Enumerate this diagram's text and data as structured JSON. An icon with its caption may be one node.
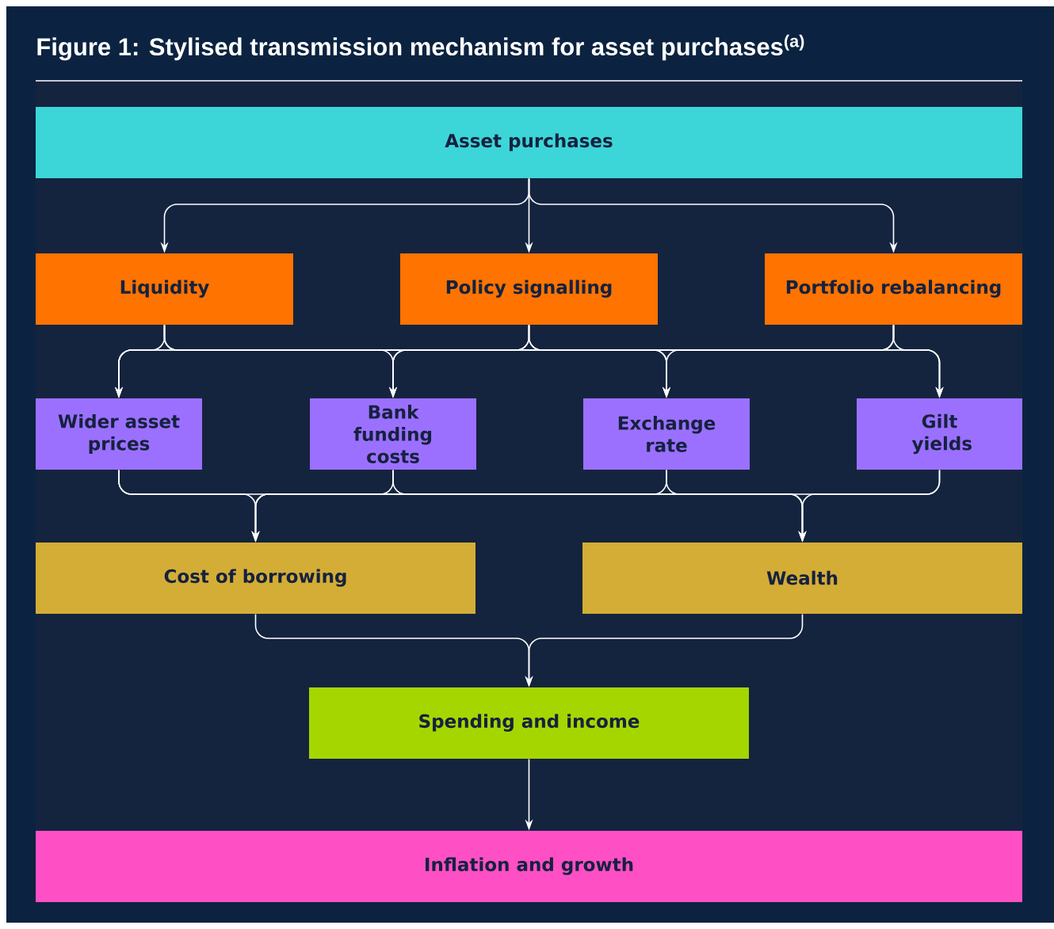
{
  "diagram": {
    "title": "Figure 1: Stylised transmission mechanism for asset purchases$^{(a)}$",
    "nodes": [
      {
        "text": [
          "Asset purchases"
        ]
      },
      {
        "text": [
          "Liquidity"
        ]
      },
      {
        "text": [
          "Policy signalling"
        ]
      },
      {
        "text": [
          "Portfolio rebalancing"
        ]
      },
      {
        "text": [
          "Wider asset prices"
        ]
      },
      {
        "text": [
          "Bank funding costs"
        ]
      },
      {
        "text": [
          "Exchange rate"
        ]
      },
      {
        "text": [
          "Gilt yields"
        ]
      },
      {
        "text": [
          "Cost of borrowing"
        ]
      },
      {
        "text": [
          "Wealth"
        ]
      },
      {
        "text": [
          "Spending and income"
        ]
      },
      {
        "text": [
          "Inflation and growth"
        ]
      }
    ],
    "edges": [
      {
        "from": 0,
        "to": 1,
        "arrow": "to"
      },
      {
        "from": 0,
        "to": 2,
        "arrow": "to"
      },
      {
        "from": 0,
        "to": 3,
        "arrow": "to"
      },
      {
        "from": 1,
        "to": 4,
        "arrow": "to"
      },
      {
        "from": 1,
        "to": 5,
        "arrow": "to"
      },
      {
        "from": 1,
        "to": 6,
        "arrow": "to"
      },
      {
        "from": 1,
        "to": 7,
        "arrow": "to"
      },
      {
        "from": 2,
        "to": 4,
        "arrow": "to"
      },
      {
        "from": 2,
        "to": 5,
        "arrow": "to"
      },
      {
        "from": 2,
        "to": 6,
        "arrow": "to"
      },
      {
        "from": 2,
        "to": 7,
        "arrow": "to"
      },
      {
        "from": 3,
        "to": 4,
        "arrow": "to"
      },
      {
        "from": 3,
        "to": 5,
        "arrow": "to"
      },
      {
        "from": 3,
        "to": 6,
        "arrow": "to"
      },
      {
        "from": 3,
        "to": 7,
        "arrow": "to"
      },
      {
        "from": 4,
        "to": 8,
        "arrow": "to"
      },
      {
        "from": 4,
        "to": 9,
        "arrow": "to"
      },
      {
        "from": 5,
        "to": 8,
        "arrow": "to"
      },
      {
        "from": 5,
        "to": 9,
        "arrow": "to"
      },
      {
        "from": 6,
        "to": 8,
        "arrow": "to"
      },
      {
        "from": 6,
        "to": 9,
        "arrow": "to"
      },
      {
        "from": 7,
        "to": 8,
        "arrow": "to"
      },
      {
        "from": 7,
        "to": 9,
        "arrow": "to"
      },
      {
        "from": 8,
        "to": 10,
        "arrow": "to"
      },
      {
        "from": 9,
        "to": 10,
        "arrow": "to"
      },
      {
        "from": 10,
        "to": 11,
        "arrow": "to"
      }
    ]
  }
}
